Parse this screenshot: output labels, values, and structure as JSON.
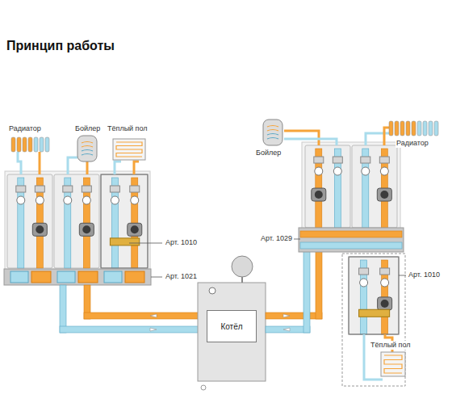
{
  "diagram": {
    "title": "Принцип работы",
    "nodes": [
      {
        "text": [
          "Котёл"
        ]
      }
    ],
    "labels": [
      "Радиатор",
      "Бойлер",
      "Тёплый пол",
      "Бойлер",
      "Радиатор",
      "Арт. 1010",
      "Арт. 1021",
      "Арт. 1029",
      "Арт. 1010",
      "Тёплый пол"
    ]
  }
}
